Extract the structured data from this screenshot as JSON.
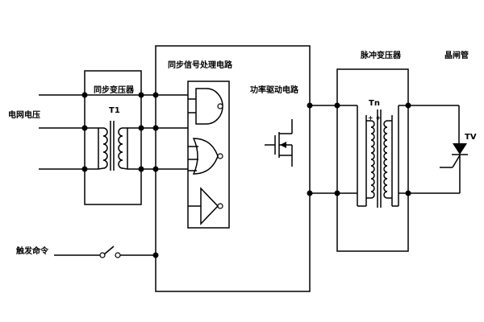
{
  "labels": {
    "grid_voltage": "电网电压",
    "sync_transformer": "同步变压器",
    "t1": "T1",
    "sync_processing": "同步信号处理电路",
    "power_drive": "功率驱动电路",
    "pulse_transformer": "脉冲变压器",
    "tn": "Tn",
    "dot_marks": "+ +",
    "thyristor": "晶闸管",
    "tv": "TV",
    "trigger_cmd": "触发命令"
  }
}
